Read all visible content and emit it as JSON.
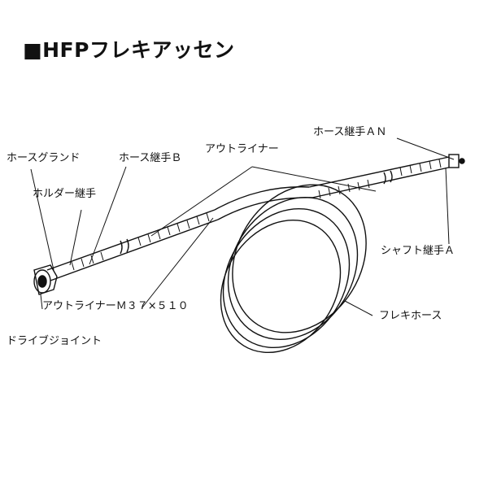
{
  "title": "■HFPフレキアッセン",
  "labels": {
    "hose_gland": "ホースグランド",
    "hose_joint_b": "ホース継手Ｂ",
    "outer_liner": "アウトライナー",
    "hose_joint_an": "ホース継手ＡＮ",
    "holder_joint": "ホルダー継手",
    "shaft_joint_a": "シャフト継手Ａ",
    "outer_liner_m37": "アウトライナーＭ３７×５１０",
    "flexi_hose": "フレキホース",
    "drive_joint": "ドライブジョイント"
  }
}
